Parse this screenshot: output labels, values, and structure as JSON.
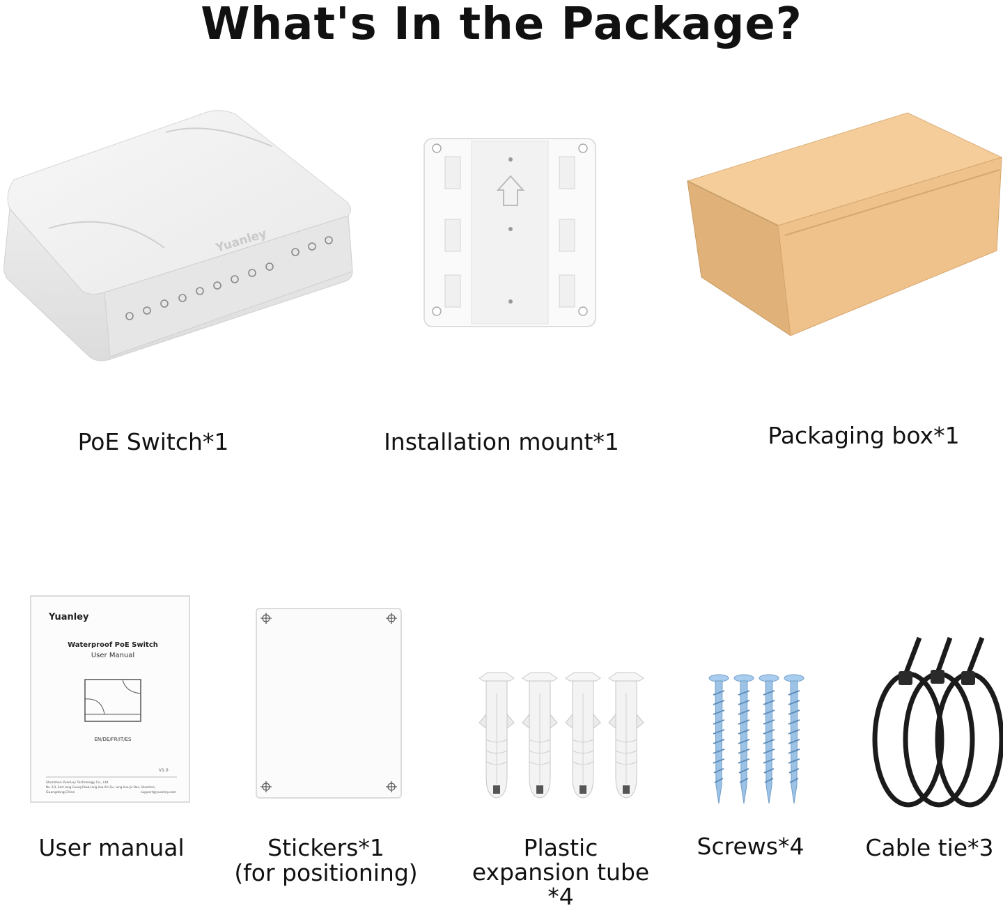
{
  "title": "What's In the Package?",
  "brand": "Yuanley",
  "items": [
    {
      "label": "PoE Switch*1"
    },
    {
      "label": "Installation mount*1"
    },
    {
      "label": "Packaging box*1"
    },
    {
      "label": "User manual"
    },
    {
      "label_lines": [
        "Stickers*1",
        "(for positioning)"
      ]
    },
    {
      "label_lines": [
        "Plastic",
        "expansion tube",
        "*4"
      ]
    },
    {
      "label": "Screws*4"
    },
    {
      "label": "Cable tie*3"
    }
  ],
  "manual": {
    "brand": "Yuanley",
    "title": "Waterproof PoE Switch",
    "subtitle": "User Manual",
    "languages": "EN/DE/FR/IT/ES",
    "version": "V1.0",
    "footer_line1": "Shenzhen YuanLey Technology Co., Ltd",
    "footer_line2": "No. 2/3, East Long Guang Road,Long Hua Xin Qu, Long Hua Jie Dao, Shenzhen,",
    "footer_line3": "Guangdong,China",
    "footer_email": "support@yuanley.com"
  },
  "colors": {
    "box": "#f1c48e",
    "box_dark": "#d9a86f",
    "screw": "#9cc3e6",
    "tie": "#1b1b1b",
    "plastic": "#f4f4f4"
  }
}
